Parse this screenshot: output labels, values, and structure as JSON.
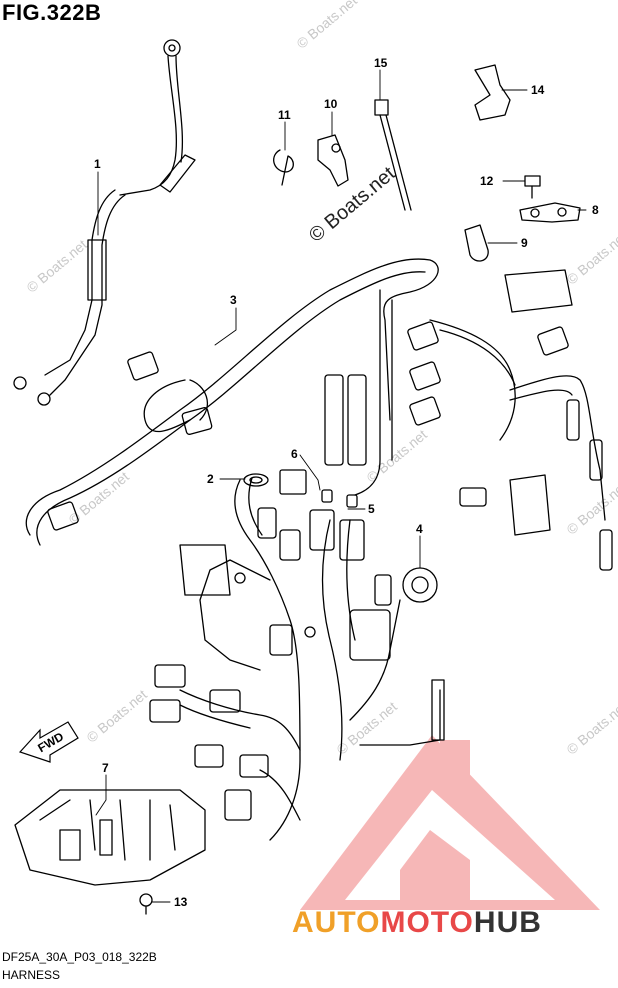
{
  "figure": {
    "title": "FIG.322B",
    "drawing_code": "DF25A_30A_P03_018_322B",
    "name": "HARNESS"
  },
  "callouts": [
    "1",
    "2",
    "3",
    "4",
    "5",
    "6",
    "7",
    "8",
    "9",
    "10",
    "11",
    "12",
    "13",
    "14",
    "15"
  ],
  "direction_label": "FWD",
  "watermark": {
    "text": "© Boats.net",
    "center_text": "© Boats.net"
  },
  "brand": {
    "part1": "AUTO",
    "part2": "MOTO",
    "part3": "HUB",
    "colors": {
      "auto": "#f0a028",
      "moto": "#e84848",
      "hub": "#333333"
    }
  }
}
